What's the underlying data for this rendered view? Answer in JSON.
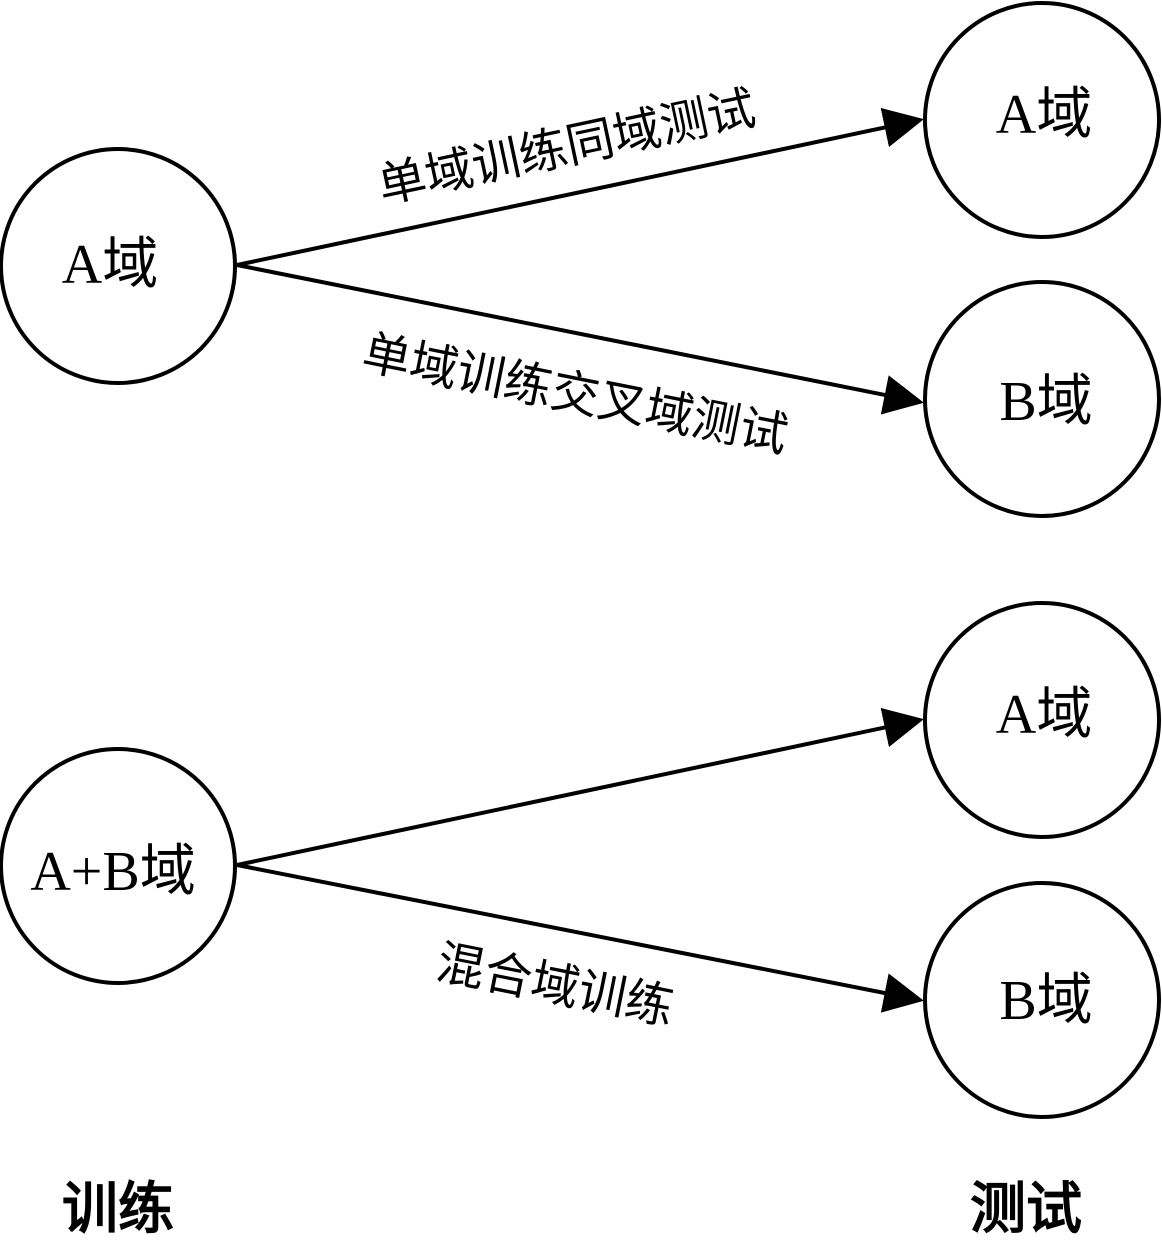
{
  "diagram": {
    "nodes": {
      "train_a": "A域",
      "test_a_top": "A域",
      "test_b_top": "B域",
      "train_ab": "A+B域",
      "test_a_bottom": "A域",
      "test_b_bottom": "B域"
    },
    "edges": {
      "same_domain": "单域训练同域测试",
      "cross_domain": "单域训练交叉域测试",
      "mixed_domain": "混合域训练"
    },
    "footer": {
      "train": "训练",
      "test": "测试"
    }
  }
}
